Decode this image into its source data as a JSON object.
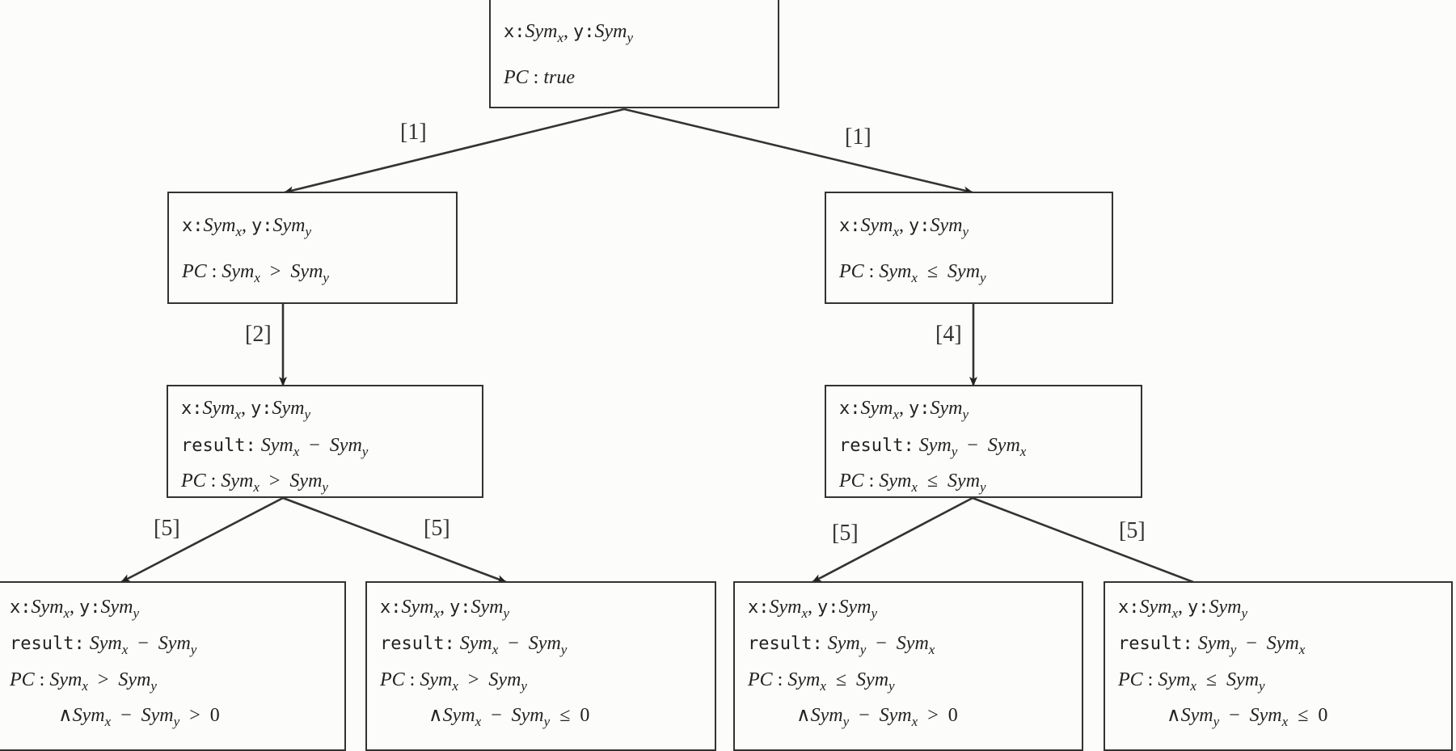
{
  "nodes": {
    "root": {
      "lines": [
        "x:Sym_x, y:Sym_y",
        "PC : true"
      ]
    },
    "gt": {
      "lines": [
        "x:Sym_x, y:Sym_y",
        "PC : Sym_x > Sym_y"
      ]
    },
    "le": {
      "lines": [
        "x:Sym_x, y:Sym_y",
        "PC : Sym_x ≤ Sym_y"
      ]
    },
    "gt_result": {
      "lines": [
        "x:Sym_x, y:Sym_y",
        "result: Sym_x − Sym_y",
        "PC : Sym_x > Sym_y"
      ]
    },
    "le_result": {
      "lines": [
        "x:Sym_x, y:Sym_y",
        "result: Sym_y − Sym_x",
        "PC : Sym_x ≤ Sym_y"
      ]
    },
    "leaf1": {
      "lines": [
        "x:Sym_x, y:Sym_y",
        "result: Sym_x − Sym_y",
        "PC : Sym_x > Sym_y",
        "∧Sym_x − Sym_y > 0"
      ]
    },
    "leaf2": {
      "lines": [
        "x:Sym_x, y:Sym_y",
        "result: Sym_x − Sym_y",
        "PC : Sym_x > Sym_y",
        "∧Sym_x − Sym_y ≤ 0"
      ]
    },
    "leaf3": {
      "lines": [
        "x:Sym_x, y:Sym_y",
        "result: Sym_y − Sym_x",
        "PC : Sym_x ≤ Sym_y",
        "∧Sym_y − Sym_x > 0"
      ]
    },
    "leaf4": {
      "lines": [
        "x:Sym_x, y:Sym_y",
        "result: Sym_y − Sym_x",
        "PC : Sym_x ≤ Sym_y",
        "∧Sym_y − Sym_x ≤ 0"
      ]
    }
  },
  "edges": {
    "root_gt": "[1]",
    "root_le": "[1]",
    "gt_result": "[2]",
    "le_result": "[4]",
    "gt_leaf1": "[5]",
    "gt_leaf2": "[5]",
    "le_leaf3": "[5]",
    "le_leaf4": "[5]"
  }
}
